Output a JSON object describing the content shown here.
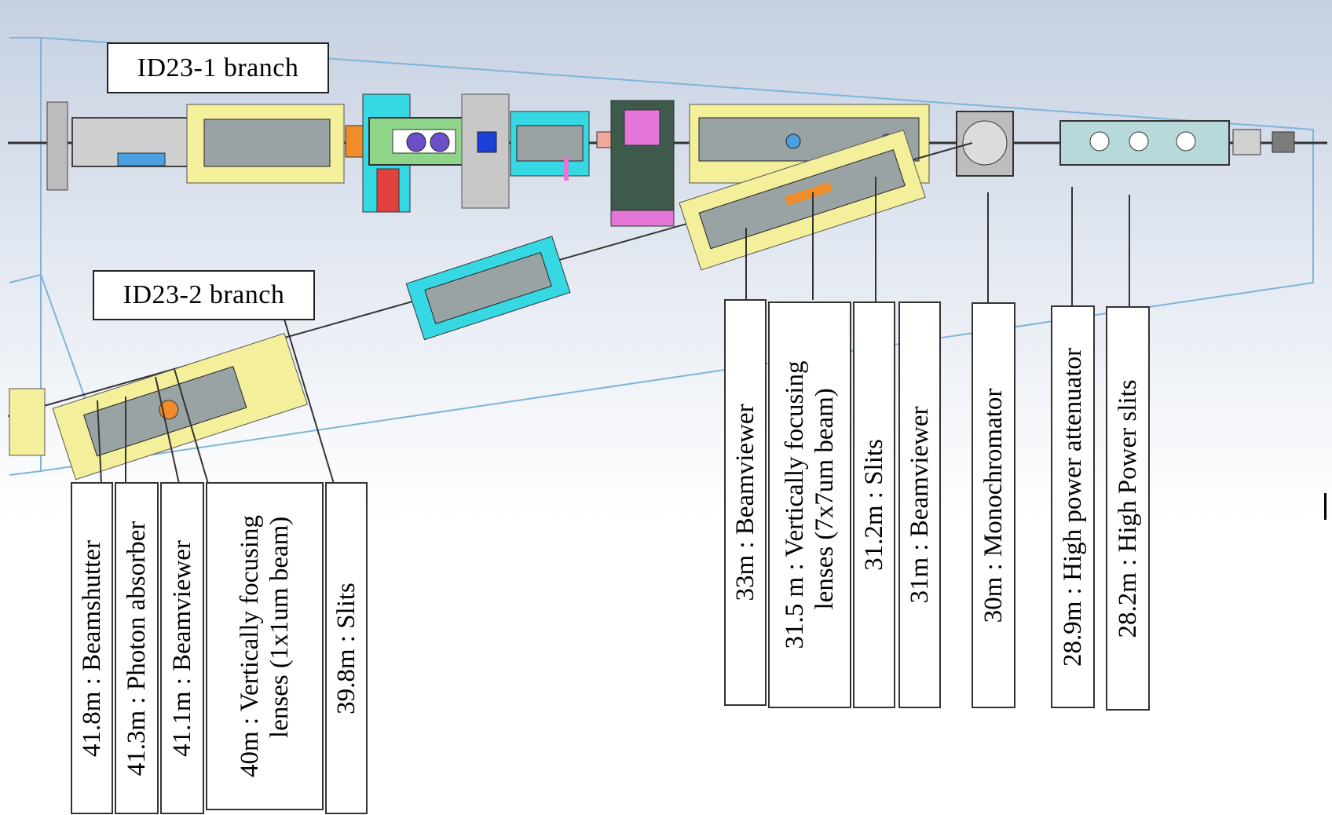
{
  "branches": {
    "id23_1": "ID23-1  branch",
    "id23_2": "ID23-2  branch"
  },
  "callouts_id23_2": [
    {
      "text": "41.8m : Beamshutter"
    },
    {
      "text": "41.3m : Photon absorber"
    },
    {
      "text": "41.1m : Beamviewer"
    },
    {
      "text": "40m : Vertically  focusing",
      "text2": "lenses (1x1um beam)"
    },
    {
      "text": "39.8m : Slits"
    }
  ],
  "callouts_id23_1": [
    {
      "text": "33m : Beamviewer"
    },
    {
      "text": "31.5 m : Vertically  focusing",
      "text2": "lenses (7x7um beam)"
    },
    {
      "text": "31.2m : Slits"
    },
    {
      "text": "31m : Beamviewer"
    },
    {
      "text": "30m : Monochromator"
    },
    {
      "text": "28.9m : High power attenuator"
    },
    {
      "text": "28.2m : High Power slits"
    }
  ],
  "colors": {
    "background_gradient": [
      "#c9d3e3",
      "#ffffff"
    ],
    "yellow_table": "#f3ef9b",
    "cyan_table": "#35d8e3",
    "magenta_block": "#e376d8",
    "green_block": "#8fd58a",
    "orange_part": "#f08c2a",
    "outline_blue": "#7cb5d9"
  }
}
